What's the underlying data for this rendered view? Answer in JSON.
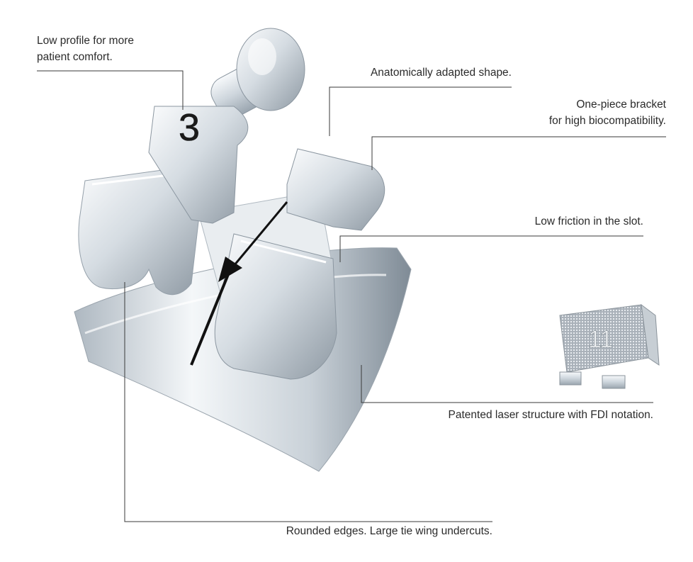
{
  "callouts": {
    "low_profile": {
      "line1": "Low profile for more",
      "line2": "patient comfort."
    },
    "anatomic": "Anatomically adapted shape.",
    "one_piece": {
      "line1": "One-piece bracket",
      "line2": "for high biocompatibility."
    },
    "low_friction": "Low friction in the slot.",
    "laser": "Patented laser structure with FDI notation.",
    "rounded": "Rounded edges. Large tie wing undercuts."
  },
  "bracket": {
    "hook_number": "3",
    "pad_number": "11"
  },
  "colors": {
    "text": "#2b2b2b",
    "leader_line": "#3a3a3a",
    "steel_light": "#f3f6f8",
    "steel_dark": "#8e99a3"
  }
}
